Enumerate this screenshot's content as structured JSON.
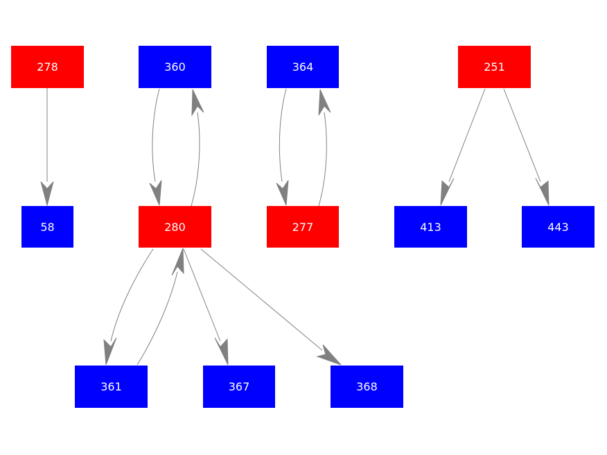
{
  "colors": {
    "red_node": "#ff0000",
    "blue_node": "#0000ff",
    "edge": "#808080",
    "label": "#ffffff"
  },
  "nodes": [
    {
      "id": "278",
      "label": "278",
      "color": "red"
    },
    {
      "id": "360",
      "label": "360",
      "color": "blue"
    },
    {
      "id": "364",
      "label": "364",
      "color": "blue"
    },
    {
      "id": "251",
      "label": "251",
      "color": "red"
    },
    {
      "id": "58",
      "label": "58",
      "color": "blue"
    },
    {
      "id": "280",
      "label": "280",
      "color": "red"
    },
    {
      "id": "277",
      "label": "277",
      "color": "red"
    },
    {
      "id": "413",
      "label": "413",
      "color": "blue"
    },
    {
      "id": "443",
      "label": "443",
      "color": "blue"
    },
    {
      "id": "361",
      "label": "361",
      "color": "blue"
    },
    {
      "id": "367",
      "label": "367",
      "color": "blue"
    },
    {
      "id": "368",
      "label": "368",
      "color": "blue"
    }
  ],
  "edges": [
    {
      "from": "278",
      "to": "58"
    },
    {
      "from": "360",
      "to": "280"
    },
    {
      "from": "280",
      "to": "360"
    },
    {
      "from": "364",
      "to": "277"
    },
    {
      "from": "277",
      "to": "364"
    },
    {
      "from": "251",
      "to": "413"
    },
    {
      "from": "251",
      "to": "443"
    },
    {
      "from": "280",
      "to": "361"
    },
    {
      "from": "361",
      "to": "280"
    },
    {
      "from": "280",
      "to": "367"
    },
    {
      "from": "280",
      "to": "368"
    }
  ]
}
